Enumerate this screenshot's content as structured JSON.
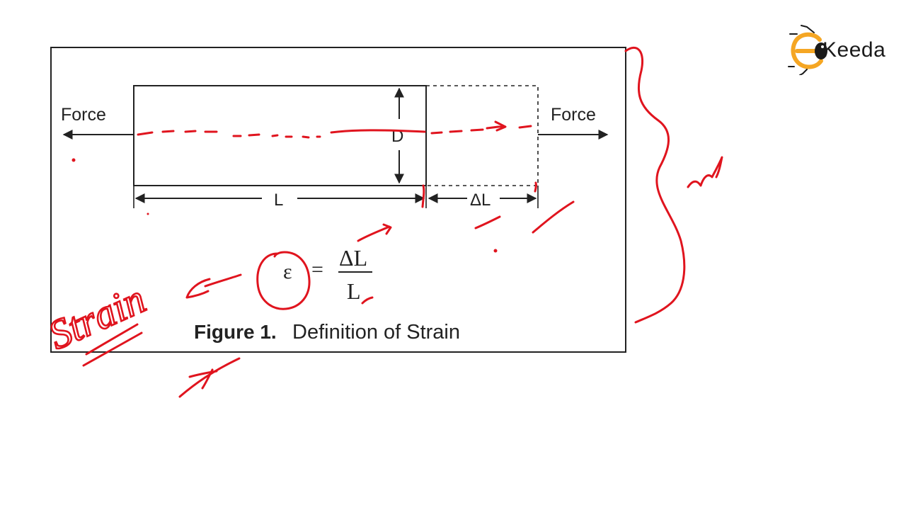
{
  "diagram": {
    "left_force_label": "Force",
    "right_force_label": "Force",
    "diameter_label": "D",
    "length_label": "L",
    "delta_length_label": "ΔL",
    "formula": {
      "symbol": "ε",
      "equals": "=",
      "numerator": "ΔL",
      "denominator": "L"
    },
    "caption": {
      "bold": "Figure 1.",
      "text": "Definition of Strain"
    }
  },
  "annotations": {
    "handwritten_word": "Strain",
    "ink_color": "#e0141e"
  },
  "logo": {
    "brand": "Keeda",
    "accent_color": "#f5a623"
  }
}
